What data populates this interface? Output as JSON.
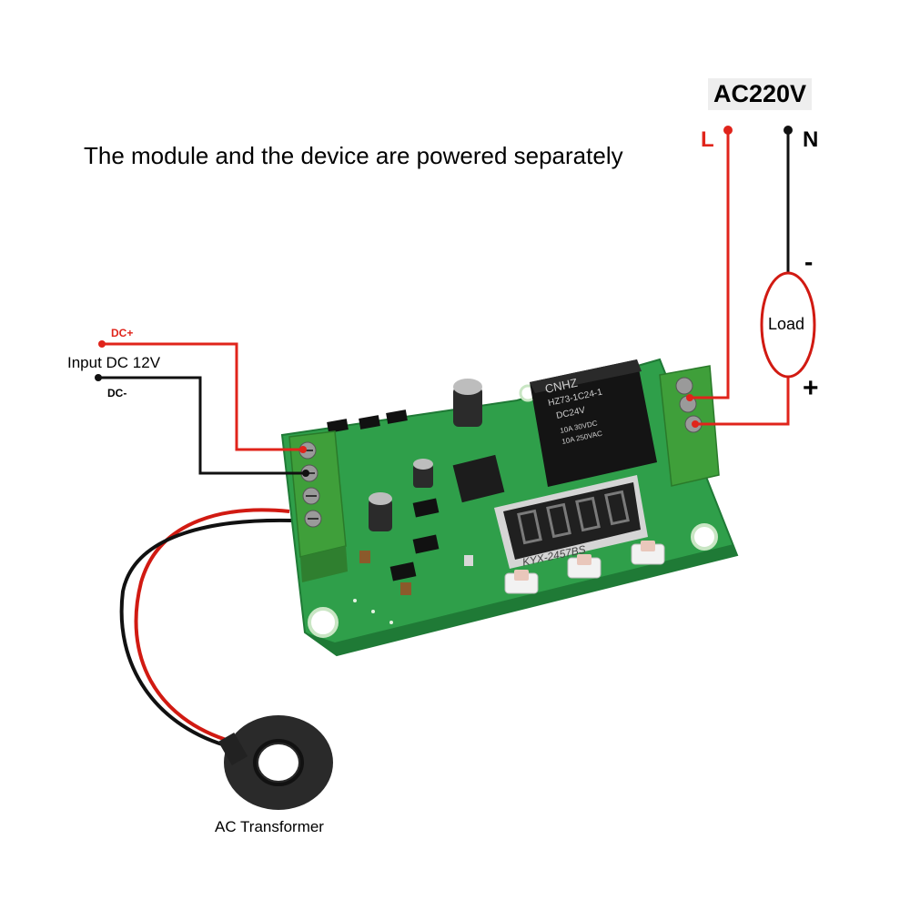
{
  "note": "The module and the device are powered separately",
  "supply": {
    "label": "AC220V",
    "line": "L",
    "neutral": "N"
  },
  "load": {
    "label": "Load",
    "minus": "-",
    "plus": "+"
  },
  "input": {
    "label": "Input DC 12V",
    "dc_plus": "DC+",
    "dc_minus": "DC-"
  },
  "transformer": {
    "label": "AC Transformer"
  },
  "relay": {
    "brand": "CNHZ",
    "model": "HZ73-1C24-1",
    "coil": "DC24V",
    "rating1": "10A 30VDC",
    "rating2": "10A 250VAC"
  },
  "display": {
    "model": "KYX-2457BS"
  },
  "colors": {
    "line_red": "#e0241b",
    "wire_black": "#111111",
    "board_green": "#2f9f4a",
    "terminal_green": "#3f9f3a"
  }
}
